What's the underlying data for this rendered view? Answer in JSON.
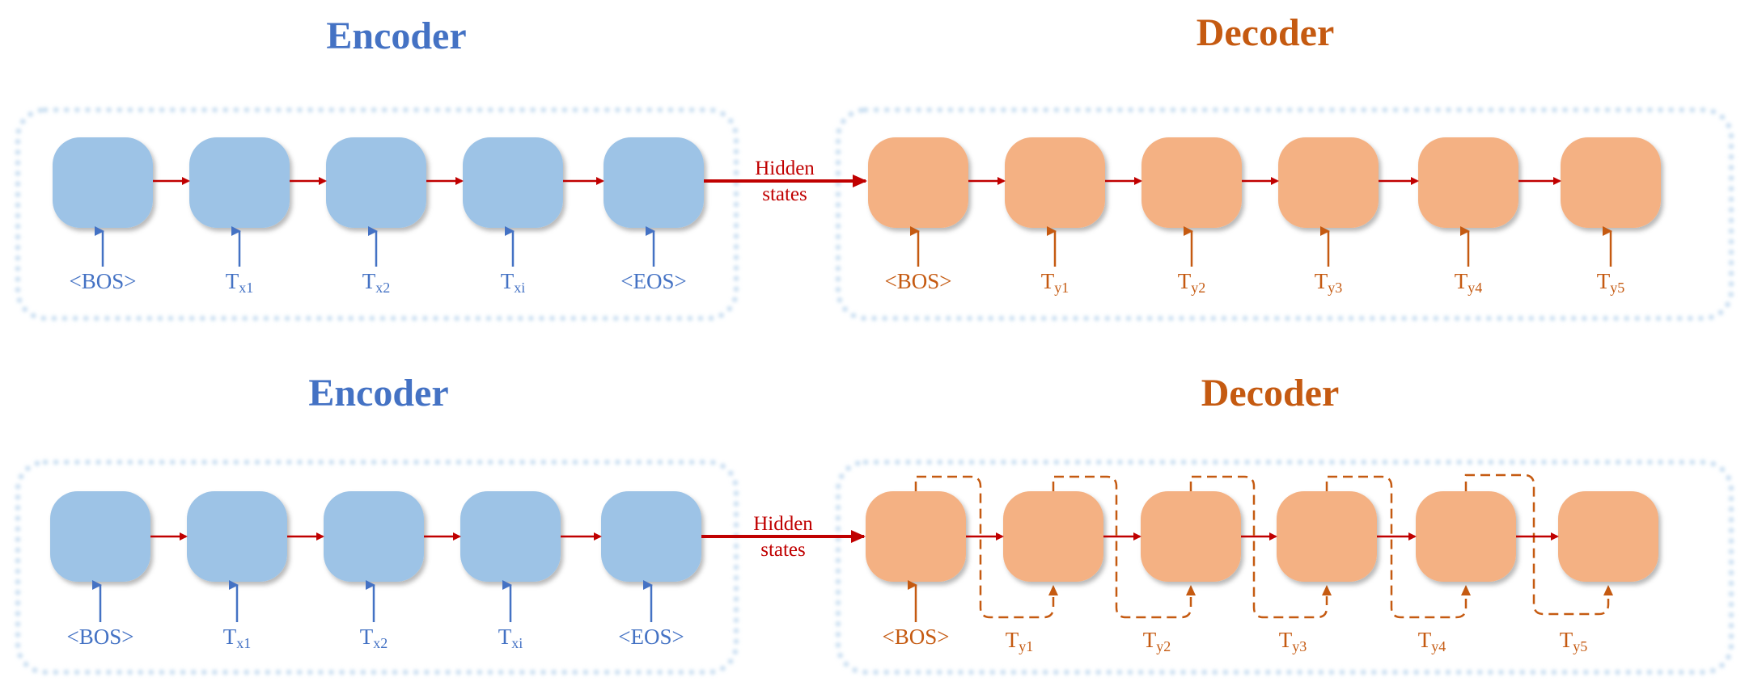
{
  "colors": {
    "encoder": "#4472c4",
    "encoder_cell": "#9dc3e6",
    "decoder": "#c55a11",
    "decoder_cell": "#f4b183",
    "arrow": "#c00000",
    "frame": "#bdd7ee"
  },
  "top": {
    "encoder_title": "Encoder",
    "decoder_title": "Decoder",
    "hidden_line1": "Hidden",
    "hidden_line2": "states",
    "encoder_tokens": [
      {
        "base": "<BOS>",
        "sub": ""
      },
      {
        "base": "T",
        "sub": "x1"
      },
      {
        "base": "T",
        "sub": "x2"
      },
      {
        "base": "T",
        "sub": "xi"
      },
      {
        "base": "<EOS>",
        "sub": ""
      }
    ],
    "decoder_tokens": [
      {
        "base": "<BOS>",
        "sub": ""
      },
      {
        "base": "T",
        "sub": "y1"
      },
      {
        "base": "T",
        "sub": "y2"
      },
      {
        "base": "T",
        "sub": "y3"
      },
      {
        "base": "T",
        "sub": "y4"
      },
      {
        "base": "T",
        "sub": "y5"
      }
    ]
  },
  "bottom": {
    "encoder_title": "Encoder",
    "decoder_title": "Decoder",
    "hidden_line1": "Hidden",
    "hidden_line2": "states",
    "encoder_tokens": [
      {
        "base": "<BOS>",
        "sub": ""
      },
      {
        "base": "T",
        "sub": "x1"
      },
      {
        "base": "T",
        "sub": "x2"
      },
      {
        "base": "T",
        "sub": "xi"
      },
      {
        "base": "<EOS>",
        "sub": ""
      }
    ],
    "decoder_tokens": [
      {
        "base": "<BOS>",
        "sub": ""
      },
      {
        "base": "T",
        "sub": "y1"
      },
      {
        "base": "T",
        "sub": "y2"
      },
      {
        "base": "T",
        "sub": "y3"
      },
      {
        "base": "T",
        "sub": "y4"
      },
      {
        "base": "T",
        "sub": "y5"
      }
    ]
  }
}
